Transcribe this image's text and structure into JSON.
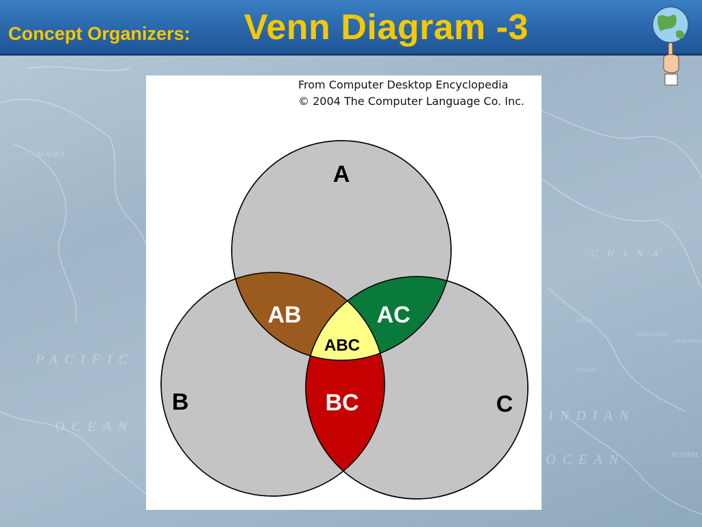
{
  "header": {
    "subtitle": "Concept Organizers:",
    "title": "Venn Diagram -3"
  },
  "credit": {
    "line1": "From Computer Desktop Encyclopedia",
    "line2": "© 2004 The Computer Language Co. Inc."
  },
  "map_labels": [
    "ALASKA",
    "PACIFIC",
    "OCEAN",
    "INDIAN",
    "OCEAN",
    "CHINA",
    "INDIA",
    "INDO-CHINA",
    "PHILIPPINE",
    "CEYLON",
    "AUSTRAL"
  ],
  "venn": {
    "sets": [
      "A",
      "B",
      "C"
    ],
    "regions": {
      "ab": "AB",
      "ac": "AC",
      "bc": "BC",
      "abc": "ABC"
    },
    "colors": {
      "circle": "#c4c4c4",
      "ab": "#9b5a1e",
      "ac": "#0a7a3a",
      "bc": "#c40000",
      "abc": "#ffff88"
    }
  },
  "colors": {
    "title": "#f6c800",
    "header": "#2a66aa"
  },
  "icons": [
    "globe-icon",
    "pointing-hand-icon"
  ]
}
